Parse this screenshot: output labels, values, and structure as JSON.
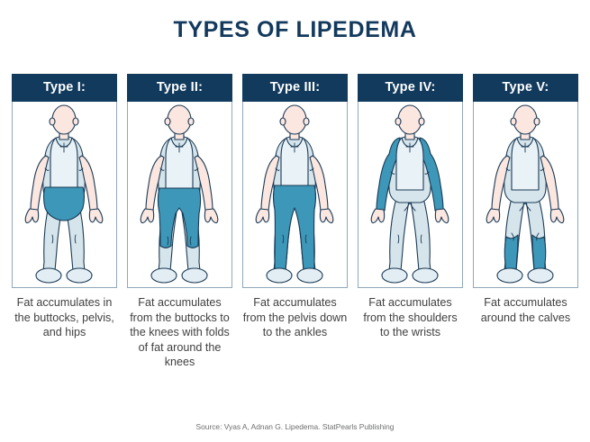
{
  "title": "TYPES OF LIPEDEMA",
  "source": "Source: Vyas A, Adnan G. Lipedema. StatPearls Publishing",
  "colors": {
    "navy": "#113a5d",
    "teal": "#3d97b8",
    "body_light": "#d6e5ec",
    "skin": "#fbe6e0",
    "outline": "#1b3a55",
    "caption_text": "#414042",
    "title_text": "#13395c",
    "source_text": "#6d6e71",
    "box_border": "#8fa8bb"
  },
  "columns": [
    {
      "header": "Type I:",
      "caption": "Fat accumulates in the buttocks, pelvis, and hips",
      "region": "buttocks-pelvis-hips"
    },
    {
      "header": "Type II:",
      "caption": "Fat accumulates from the buttocks to the knees with folds of fat around the knees",
      "region": "buttocks-to-knees"
    },
    {
      "header": "Type III:",
      "caption": "Fat accumulates from the pelvis down to the ankles",
      "region": "pelvis-to-ankles"
    },
    {
      "header": "Type IV:",
      "caption": "Fat accumulates from the shoulders to the wrists",
      "region": "shoulders-to-wrists"
    },
    {
      "header": "Type V:",
      "caption": "Fat accumulates around the calves",
      "region": "calves"
    }
  ]
}
